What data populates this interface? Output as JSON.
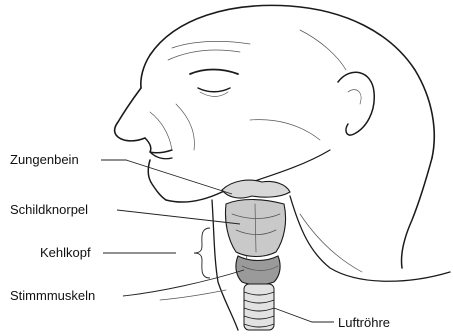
{
  "labels": {
    "zungenbein": "Zungenbein",
    "schildknorpel": "Schildknorpel",
    "kehlkopf": "Kehlkopf",
    "stimmmuskeln": "Stimmmuskeln",
    "luftroehre": "Luftröhre"
  }
}
